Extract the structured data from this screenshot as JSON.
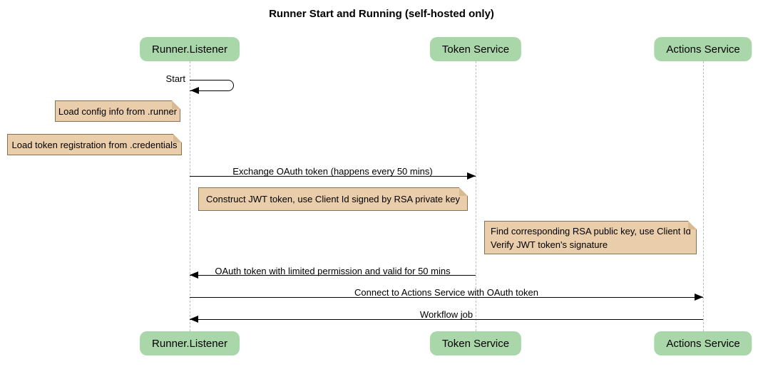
{
  "title": "Runner Start and Running (self-hosted only)",
  "participants": [
    {
      "name": "Runner.Listener"
    },
    {
      "name": "Token Service"
    },
    {
      "name": "Actions Service"
    }
  ],
  "messages": [
    {
      "label": "Start",
      "from": "Runner.Listener",
      "to": "Runner.Listener",
      "style": "self-loop"
    },
    {
      "label": "Exchange OAuth token (happens every 50 mins)",
      "from": "Runner.Listener",
      "to": "Token Service"
    },
    {
      "label": "OAuth token with limited permission and valid for 50 mins",
      "from": "Token Service",
      "to": "Runner.Listener"
    },
    {
      "label": "Connect to Actions Service with OAuth token",
      "from": "Runner.Listener",
      "to": "Actions Service"
    },
    {
      "label": "Workflow job",
      "from": "Actions Service",
      "to": "Runner.Listener"
    }
  ],
  "notes": [
    {
      "text": "Load config info from .runner",
      "position": "left of Runner.Listener"
    },
    {
      "text": "Load token registration from .credentials",
      "position": "left of Runner.Listener"
    },
    {
      "text": "Construct JWT token, use Client Id signed by RSA private key",
      "position": "over Runner.Listener and Token Service"
    },
    {
      "lines": [
        "Find corresponding RSA public key, use Client Id",
        "Verify JWT token's signature"
      ],
      "position": "left of Actions Service"
    }
  ],
  "colors": {
    "participant_fill": "#a9d7a9",
    "note_fill": "#eacdab",
    "note_border": "#857250",
    "lifeline": "#bcbcbc",
    "arrow": "#000000"
  }
}
